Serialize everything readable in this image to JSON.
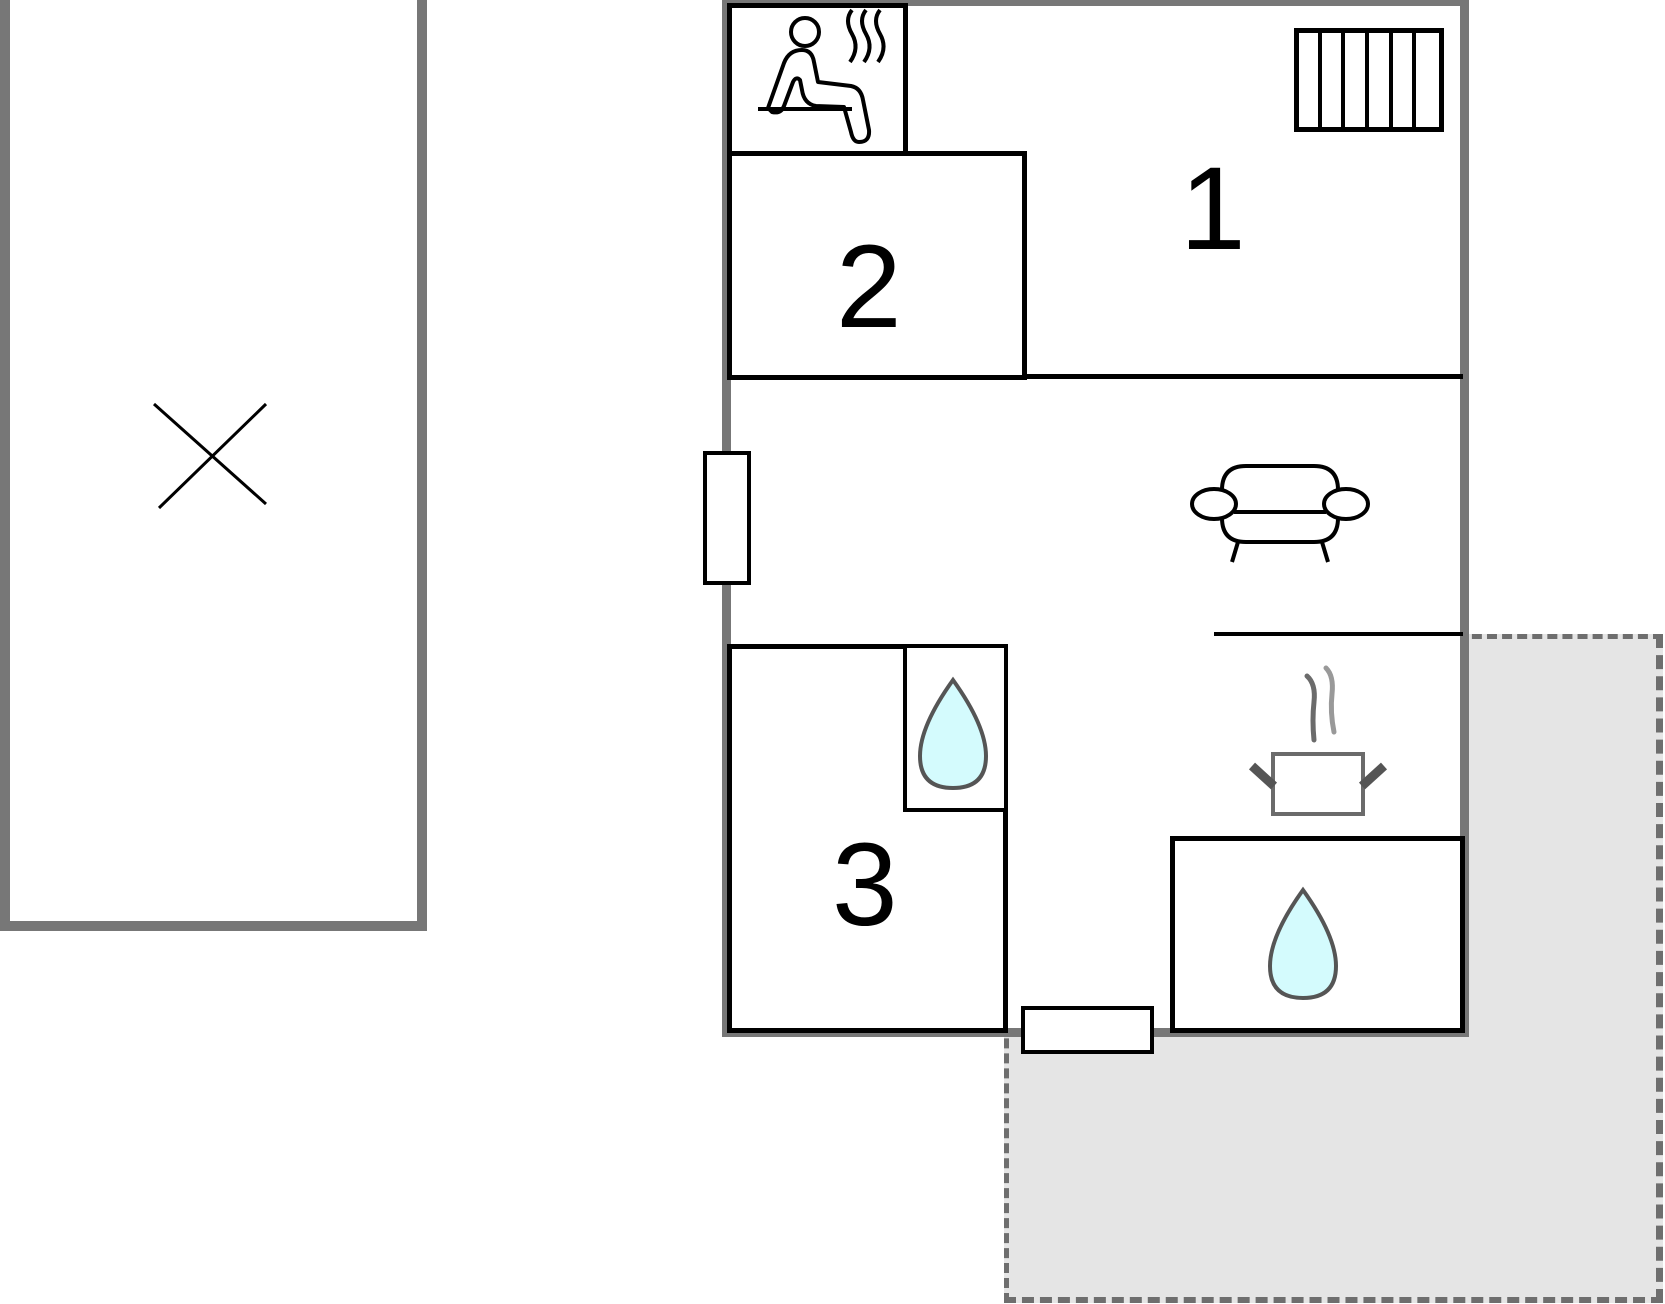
{
  "floorplan": {
    "rooms": [
      {
        "id": "room-1",
        "label": "1",
        "type": "bedroom"
      },
      {
        "id": "room-2",
        "label": "2",
        "type": "bedroom"
      },
      {
        "id": "room-3",
        "label": "3",
        "type": "bedroom"
      }
    ],
    "icons": [
      {
        "name": "sauna-icon",
        "room": "sauna"
      },
      {
        "name": "radiator-icon",
        "room": "room-1"
      },
      {
        "name": "sofa-icon",
        "room": "living-room"
      },
      {
        "name": "cooking-pot-icon",
        "room": "kitchen"
      },
      {
        "name": "water-drop-icon",
        "room": "bathroom-1"
      },
      {
        "name": "water-drop-icon",
        "room": "bathroom-2"
      },
      {
        "name": "cross-mark-icon",
        "room": "outbuilding"
      }
    ],
    "colors": {
      "outer_wall": "#777777",
      "inner_wall": "#000000",
      "terrace_fill": "#e5e5e5",
      "terrace_border": "#6e6e6e",
      "water_fill": "#d4fbfd",
      "water_stroke": "#555555",
      "pot_stroke": "#6b6b6b"
    }
  }
}
